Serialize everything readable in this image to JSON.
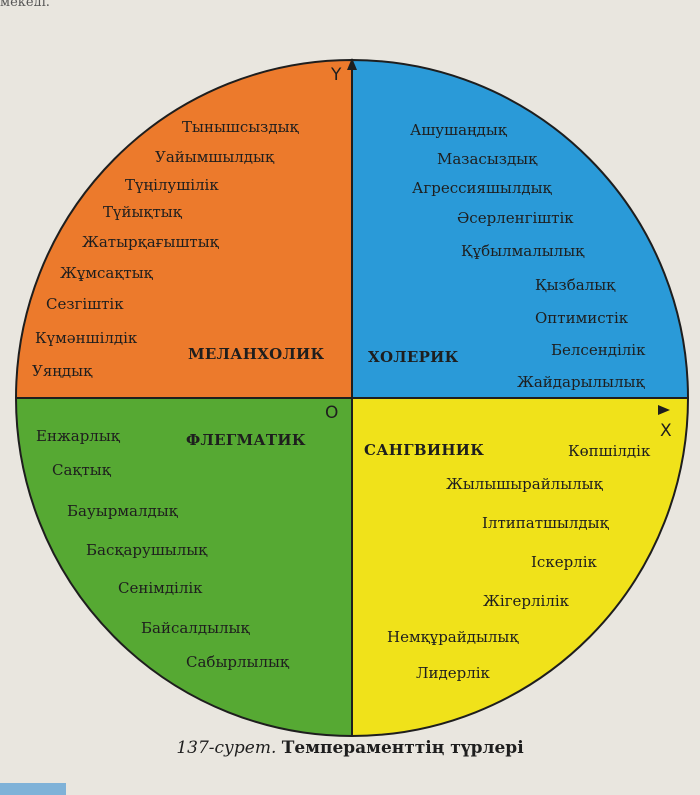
{
  "top_text": "мекеді.",
  "axes": {
    "y": "Y",
    "x": "X",
    "origin": "O"
  },
  "colors": {
    "melancholic": "#ec7a2c",
    "choleric": "#2a9ad8",
    "phlegmatic": "#56a933",
    "sanguine": "#f0e21a",
    "outline": "#1e1e1e"
  },
  "quadrants": {
    "melancholic": {
      "name": "МЕЛАНХОЛИК",
      "traits": [
        "Тынышсыздық",
        "Уайымшылдық",
        "Түңілушілік",
        "Түйықтық",
        "Жатырқағыштық",
        "Жұмсақтық",
        "Сезгіштік",
        "Күмәншілдік",
        "Уяңдық"
      ]
    },
    "choleric": {
      "name": "ХОЛЕРИК",
      "traits": [
        "Ашушаңдық",
        "Мазасыздық",
        "Агрессияшылдық",
        "Әсерленгіштік",
        "Құбылмалылық",
        "Қызбалық",
        "Оптимистік",
        "Белсенділік",
        "Жайдарылылық"
      ]
    },
    "phlegmatic": {
      "name": "ФЛЕГМАТИК",
      "traits": [
        "Енжарлық",
        "Сақтық",
        "Бауырмалдық",
        "Басқарушылық",
        "Сенімділік",
        "Байсалдылық",
        "Сабырлылық"
      ]
    },
    "sanguine": {
      "name": "САНГВИНИК",
      "traits": [
        "Көпшілдік",
        "Жылышырайлылық",
        "Ілтипатшылдық",
        "Іскерлік",
        "Жігерлілік",
        "Немқұрайдылық",
        "Лидерлік"
      ]
    }
  },
  "caption": {
    "number": "137-сурет.",
    "title": "Темпераменттің түрлері"
  }
}
